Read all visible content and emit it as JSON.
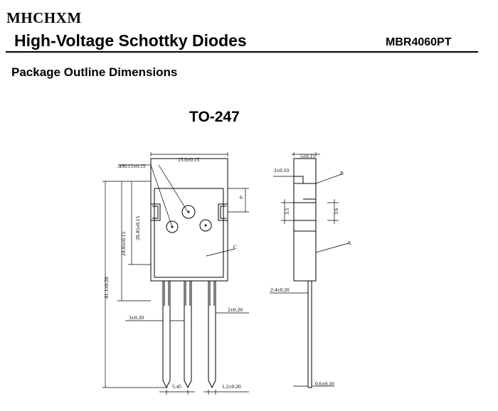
{
  "header": {
    "brand": "MHCHXM",
    "title": "High-Voltage Schottky Diodes",
    "part_number": "MBR4060PT"
  },
  "section_title": "Package Outline Dimensions",
  "package_name": "TO-247",
  "dimensions": {
    "body_width": "15.6±0.15",
    "hole_dia": "3Ø0.15±0.15",
    "tab_height": "6",
    "total_height": "41.1±0.20",
    "body_height": "24.85±0.15",
    "upper_height": "20.45±0.15",
    "lead_width": "3±0.20",
    "lead_thin": "2±0.20",
    "pitch": "5.45",
    "lead_tip": "1.2±0.20",
    "thickness": "5±0.15",
    "side_top": "2±0.10",
    "side_mid": "3.5",
    "side_mid2": "3.6",
    "side_lead": "2.4±0.20",
    "lead_thk": "0.6±0.10",
    "label_c": "C",
    "label_b": "B",
    "label_a": "A"
  }
}
